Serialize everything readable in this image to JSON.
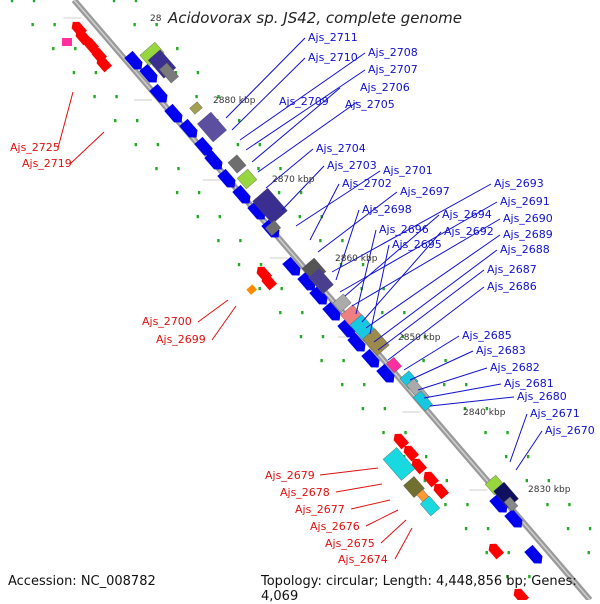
{
  "header": {
    "title": "Acidovorax sp. JS42, complete genome"
  },
  "footer": {
    "accession": "Accession: NC_008782",
    "summary": "Topology: circular; Length: 4,448,856 bp; Genes: 4,069"
  },
  "ticks": [
    "2880 kbp",
    "2870 kbp",
    "2860 kbp",
    "2850 kbp",
    "2840 kbp",
    "2830 kbp"
  ],
  "cut_tick": "28",
  "labels_right": [
    "Ajs_2711",
    "Ajs_2710",
    "Ajs_2708",
    "Ajs_2707",
    "Ajs_2709",
    "Ajs_2706",
    "Ajs_2705",
    "Ajs_2704",
    "Ajs_2703",
    "Ajs_2701",
    "Ajs_2702",
    "Ajs_2697",
    "Ajs_2693",
    "Ajs_2698",
    "Ajs_2691",
    "Ajs_2694",
    "Ajs_2690",
    "Ajs_2696",
    "Ajs_2692",
    "Ajs_2689",
    "Ajs_2695",
    "Ajs_2688",
    "Ajs_2687",
    "Ajs_2686",
    "Ajs_2685",
    "Ajs_2683",
    "Ajs_2682",
    "Ajs_2681",
    "Ajs_2680",
    "Ajs_2671",
    "Ajs_2670"
  ],
  "labels_left": [
    "Ajs_2725",
    "Ajs_2719",
    "Ajs_2700",
    "Ajs_2699",
    "Ajs_2679",
    "Ajs_2678",
    "Ajs_2677",
    "Ajs_2676",
    "Ajs_2675",
    "Ajs_2674"
  ],
  "colors": {
    "forward": "#0000ee",
    "reverse": "#ff0000",
    "backbone": "#999999",
    "label_blue": "#1010d0",
    "label_red": "#e01010",
    "dots": "#22aa22"
  }
}
